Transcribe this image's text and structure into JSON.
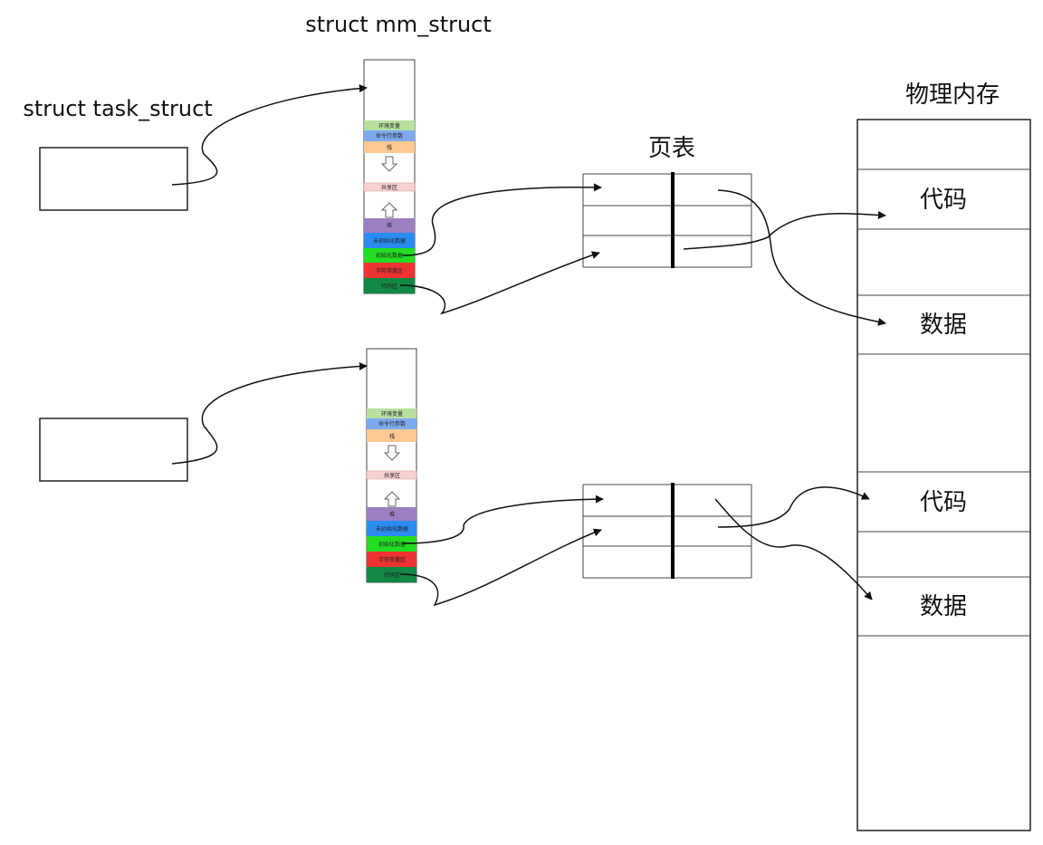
{
  "labels": {
    "mm_struct": "struct mm_struct",
    "task_struct": "struct task_struct",
    "page_table": "页表",
    "physical_memory": "物理内存"
  },
  "address_space_segments": {
    "env": "环境变量",
    "args": "命令行参数",
    "stack": "栈",
    "shared": "共享区",
    "heap": "堆",
    "bss": "未初始化数据",
    "data": "初始化数据",
    "rodata": "字符常量区",
    "code": "代码区"
  },
  "physical_memory_blocks": {
    "code_1": "代码",
    "data_1": "数据",
    "code_2": "代码",
    "data_2": "数据"
  },
  "colors": {
    "env": "#b8e0a0",
    "args": "#7eaaf0",
    "stack": "#ffc890",
    "shared": "#f8d0d0",
    "heap": "#9b7fc0",
    "bss": "#2a8cf0",
    "data": "#22dd22",
    "rodata": "#ee3333",
    "code": "#118844"
  }
}
